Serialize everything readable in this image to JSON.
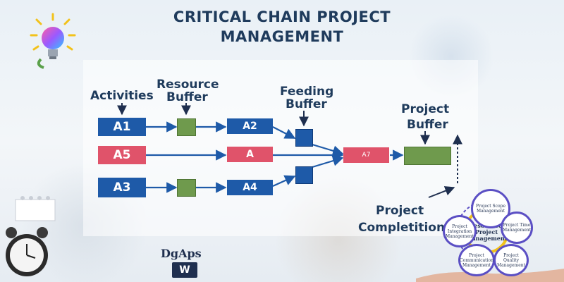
{
  "title": {
    "line1": "CRITICAL CHAIN PROJECT",
    "line2": "MANAGEMENT"
  },
  "labels": {
    "activities": "Activities",
    "resource_buffer_1": "Resource",
    "resource_buffer_2": "Buffer",
    "feeding_buffer_1": "Feeding",
    "feeding_buffer_2": "Buffer",
    "project_buffer_1": "Project",
    "project_buffer_2": "Buffer",
    "project_completion_1": "Project",
    "project_completion_2": "Completition"
  },
  "nodes": {
    "a1": "A1",
    "a5": "A5",
    "a3": "A3",
    "a2": "A2",
    "a": "A",
    "a4": "A4",
    "a7": "A7"
  },
  "knowledge_map": {
    "center": "Resource& Project Management",
    "scope": "Project Scope Management",
    "time": "Project Time Management",
    "quality": "Project Quality Management",
    "communication": "Project Communication Management",
    "integration": "Project Integration Management"
  },
  "brand": {
    "name": "DgAps",
    "logo": "W"
  },
  "colors": {
    "title": "#1f3b5c",
    "blue": "#1e5aa8",
    "red": "#e0536a",
    "green": "#6f9a4d"
  }
}
